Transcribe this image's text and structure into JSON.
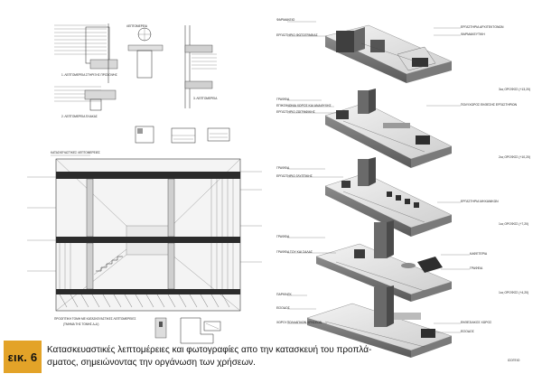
{
  "caption": {
    "badge": "εικ. 6",
    "line1": "Κατασκευαστικές λεπτομέρειες και φωτογραφίες απο την κατασκευή του προπλά-",
    "line2": "σματος, σημειώνοντας την οργάνωση των χρήσεων."
  },
  "drawings": {
    "section_title": "ΚΑΤΑΣΚΕΥΑΣΤΙΚΕΣ ΛΕΠΤΟΜΕΡΕΙΕΣ",
    "section_caption_1": "ΠΡΟΟΠΤΙΚΗ ΤΟΜΗ ΜΕ ΚΑΤΑΣΚΕΥΑΣΤΙΚΕΣ ΛΕΠΤΟΜΕΡΕΙΕΣ",
    "section_caption_2": "(ΤΜΗΜΑ ΤΗΣ ΤΟΜΗΣ Δ-Δ')"
  },
  "floors": [
    {
      "level_label": "",
      "labels_left": [
        "ΦΑΡΜΑΚΕΙΟ",
        "ΕΡΓΑΣΤΗΡΙΟ ΦΩΤΟΓΡΑΦΙΑΣ"
      ],
      "labels_right": [
        "ΕΡΓΑΣΤΗΡΙΑ ΑΡΧΙΤΕΚΤΟΝΩΝ",
        "ΦΑΡΜΑΚΕΥΤΙΚΗ"
      ]
    },
    {
      "level_label": "3ος ΟΡΟΦΟΣ (+13,20)",
      "labels_left": [
        "ΓΡΑΦΕΙΑ",
        "ΕΠΙΚΟΙΝΩΝΙΑ ΧΩΡΟΣ ΚΑΙ ΑΝΑΨΥΧΗΣ",
        "ΕΡΓΑΣΤΗΡΙΟ ΖΩΓΡΑΦΙΚΗΣ"
      ],
      "labels_right": [
        "ΠΟΛΥΧΩΡΟΣ ΕΚΘΕΣΗΣ ΕΡΓΑΣΤΗΡΙΩΝ"
      ]
    },
    {
      "level_label": "2ος ΟΡΟΦΟΣ (+10,20)",
      "labels_left": [
        "ΓΡΑΦΕΙΑ",
        "ΕΡΓΑΣΤΗΡΙΟ ΓΛΥΠΤΙΚΗΣ"
      ],
      "labels_right": [
        "ΕΡΓΑΣΤΗΡΙΑ ΜΗΧΑΝΙΚΩΝ"
      ]
    },
    {
      "level_label": "1ος ΟΡΟΦΟΣ (+7,20)",
      "labels_left": [
        "ΓΡΑΦΕΙΑ",
        "ΓΡΑΦΕΙΑ ΤΟΥ ΚΑΙ ΣΑΛΑΣ"
      ],
      "labels_right": [
        "ΚΑΦΕΤΕΡΙΑ",
        "ΓΡΑΦΕΙΑ"
      ]
    },
    {
      "level_label": "1ος ΟΡΟΦΟΣ (+4,20)",
      "labels_left": [
        "ΠΑΡΚΙΝΓΚ",
        "ΕΙΣΟΔΟΣ",
        "ΧΩΡΟΙ ΠΟΛΛΑΠΛΩΝ ΧΡΗΣΕΩΝ"
      ],
      "labels_right": [
        "ΕΚΘΕΣΙΑΚΟΣ ΧΩΡΟΣ",
        "ΕΙΣΟΔΟΣ"
      ]
    }
  ],
  "ground_label": "ΙΣΟΓΕΙΟ",
  "colors": {
    "badge": "#e3a328"
  }
}
